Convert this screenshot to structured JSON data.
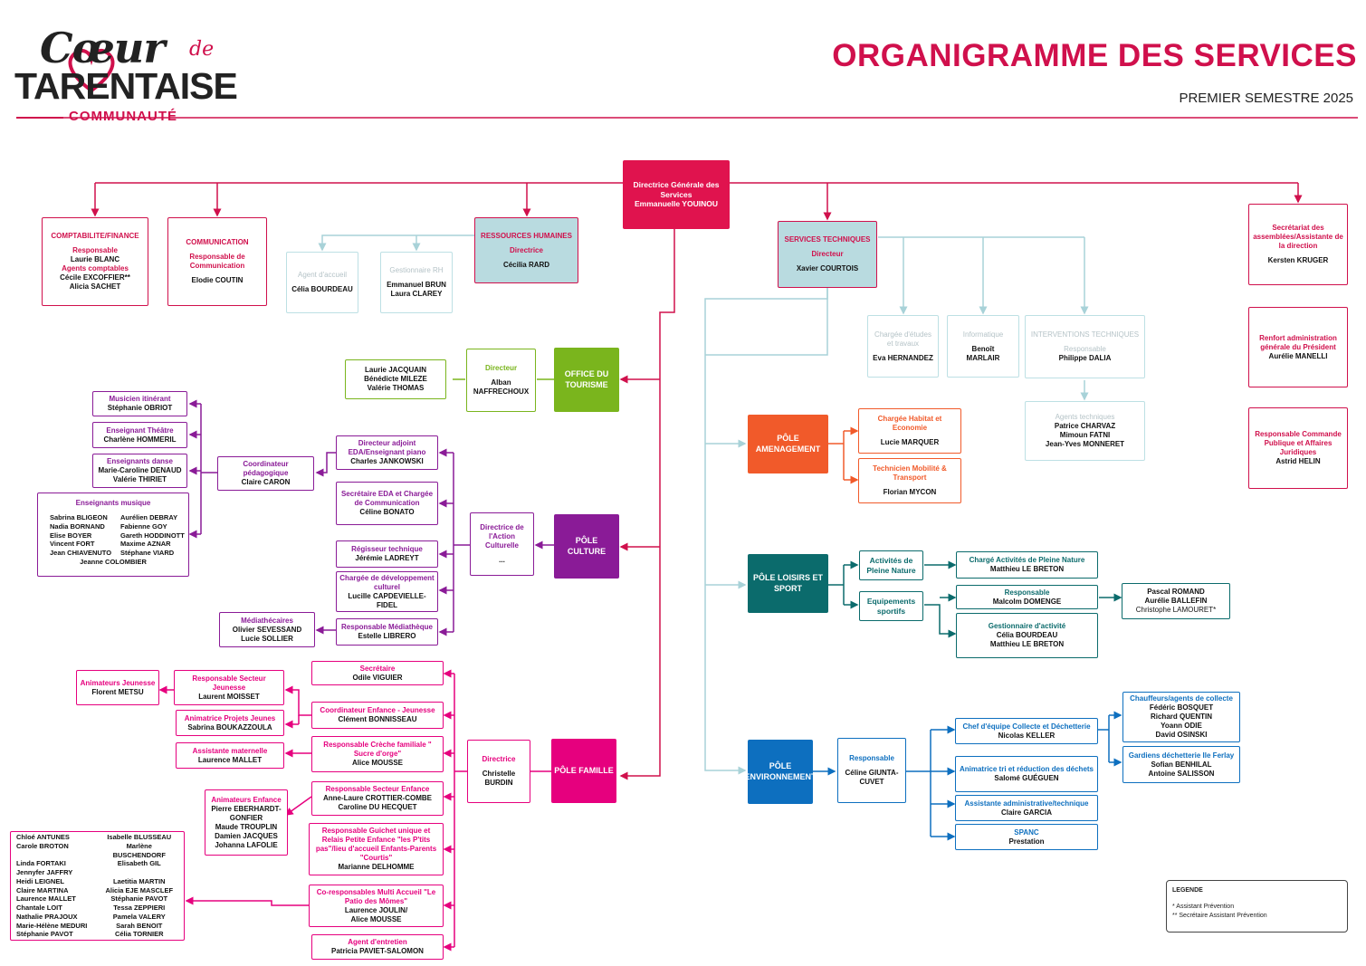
{
  "header": {
    "logo_line1": "Cœur",
    "logo_line1b": "de",
    "logo_line2": "TARENTAISE",
    "logo_line3": "COMMUNAUTÉ",
    "title": "ORGANIGRAMME DES SERVICES",
    "subtitle": "PREMIER SEMESTRE 2025"
  },
  "colors": {
    "primary": "#d0104c",
    "teal_light": "#a8d2d8",
    "tourism": "#7ab51d",
    "culture": "#8a1b97",
    "famille": "#e6007e",
    "amenagement": "#f15a2a",
    "loisirs": "#0b6b6c",
    "environnement": "#0d6fbf"
  },
  "dg": {
    "role": "Directrice Générale des Services",
    "name": "Emmanuelle YOUINOU"
  },
  "top": {
    "compta": {
      "title": "COMPTABILITE/FINANCE",
      "role1": "Responsable",
      "name1": "Laurie BLANC",
      "role2": "Agents comptables",
      "name2": "Cécile EXCOFFIER**",
      "name3": "Alicia SACHET"
    },
    "comm": {
      "title": "COMMUNICATION",
      "role": "Responsable de Communication",
      "name": "Elodie COUTIN"
    },
    "rh": {
      "title": "RESSOURCES HUMAINES",
      "role": "Directrice",
      "name": "Cécilia RARD"
    },
    "accueil": {
      "role": "Agent d'accueil",
      "name": "Célia BOURDEAU"
    },
    "gest_rh": {
      "role": "Gestionnaire RH",
      "name1": "Emmanuel BRUN",
      "name2": "Laura CLAREY"
    },
    "st": {
      "title": "SERVICES TECHNIQUES",
      "role": "Directeur",
      "name": "Xavier COURTOIS"
    },
    "etudes": {
      "role": "Chargée d'études et travaux",
      "name": "Eva HERNANDEZ"
    },
    "info": {
      "role": "Informatique",
      "name1": "Benoît",
      "name2": "MARLAIR"
    },
    "interv": {
      "title": "INTERVENTIONS TECHNIQUES",
      "role": "Responsable",
      "name": "Philippe DALIA"
    },
    "agents_tech": {
      "role": "Agents techniques",
      "name1": "Patrice CHARVAZ",
      "name2": "Mimoun FATNI",
      "name3": "Jean-Yves MONNERET"
    },
    "secretariat": {
      "role": "Secrétariat des assemblées/Assistante de la direction",
      "name": "Kersten KRUGER"
    },
    "renfort": {
      "role": "Renfort administration générale du Président",
      "name": "Aurélie MANELLI"
    },
    "commande": {
      "role": "Responsable Commande Publique et Affaires Juridiques",
      "name": "Astrid HELIN"
    }
  },
  "tourisme": {
    "pole": "OFFICE DU TOURISME",
    "dir_role": "Directeur",
    "dir_name": "Alban NAFFRECHOUX",
    "staff": [
      "Laurie JACQUAIN",
      "Bénédicte MILEZE",
      "Valérie THOMAS"
    ]
  },
  "culture": {
    "pole": "PÔLE CULTURE",
    "dir_role": "Directrice de l'Action Culturelle",
    "dir_name": "...",
    "adjoint": {
      "role": "Directeur adjoint EDA/Enseignant piano",
      "name": "Charles JANKOWSKI"
    },
    "secretaire": {
      "role": "Secrétaire EDA et Chargée de Communication",
      "name": "Céline BONATO"
    },
    "regisseur": {
      "role": "Régisseur technique",
      "name": "Jérémie LADREYT"
    },
    "dev": {
      "role": "Chargée de développement culturel",
      "name": "Lucille CAPDEVIELLE-FIDEL"
    },
    "media_resp": {
      "role": "Responsable Médiathèque",
      "name": "Estelle LIBRERO"
    },
    "mediathecaires": {
      "role": "Médiathécaires",
      "name1": "Olivier SEVESSAND",
      "name2": "Lucie SOLLIER"
    },
    "coord": {
      "role": "Coordinateur pédagogique",
      "name": "Claire CARON"
    },
    "musicien": {
      "role": "Musicien itinérant",
      "name": "Stéphanie OBRIOT"
    },
    "theatre": {
      "role": "Enseignant Théâtre",
      "name": "Charlène HOMMERIL"
    },
    "danse": {
      "role": "Enseignants danse",
      "name1": "Marie-Caroline DENAUD",
      "name2": "Valérie THIRIET"
    },
    "musique": {
      "role": "Enseignants musique",
      "col1": [
        "Sabrina BLIGEON",
        "Nadia BORNAND",
        "Elise BOYER",
        "Vincent FORT",
        "Jean CHIAVENUTO"
      ],
      "col2": [
        "Aurélien DEBRAY",
        "Fabienne GOY",
        "Gareth HODDINOTT",
        "Maxime AZNAR",
        "Stéphane VIARD"
      ],
      "last": "Jeanne COLOMBIER"
    }
  },
  "famille": {
    "pole": "PÔLE FAMILLE",
    "dir_role": "Directrice",
    "dir_name": "Christelle BURDIN",
    "secretaire": {
      "role": "Secrétaire",
      "name": "Odile VIGUIER"
    },
    "coord": {
      "role": "Coordinateur Enfance - Jeunesse",
      "name": "Clément BONNISSEAU"
    },
    "creche": {
      "role": "Responsable Crèche familiale \" Sucre d'orge\"",
      "name": "Alice MOUSSE"
    },
    "secteur_enfance": {
      "role": "Responsable Secteur Enfance",
      "name1": "Anne-Laure CROTTIER-COMBE",
      "name2": "Caroline DU HECQUET"
    },
    "guichet": {
      "role": "Responsable Guichet unique et Relais Petite Enfance \"les P'tits pas\"/lieu d'accueil Enfants-Parents \"Courtis\"",
      "name": "Marianne DELHOMME"
    },
    "multi": {
      "role": "Co-responsables Multi Accueil \"Le Patio des Mômes\"",
      "name1": "Laurence JOULIN/",
      "name2": "Alice MOUSSE"
    },
    "entretien": {
      "role": "Agent d'entretien",
      "name": "Patricia PAVIET-SALOMON"
    },
    "secteur_jeunesse": {
      "role": "Responsable Secteur Jeunesse",
      "name": "Laurent MOISSET"
    },
    "anim_jeunesse": {
      "role": "Animateurs Jeunesse",
      "name": "Florent METSU"
    },
    "projets_jeunes": {
      "role": "Animatrice Projets Jeunes",
      "name": "Sabrina BOUKAZZOULA"
    },
    "maternelle": {
      "role": "Assistante maternelle",
      "name": "Laurence MALLET"
    },
    "anim_enfance": {
      "role": "Animateurs Enfance",
      "names": [
        "Pierre EBERHARDT-GONFIER",
        "Maude TROUPLIN",
        "Damien JACQUES",
        "Johanna LAFOLIE"
      ]
    },
    "multi_staff": {
      "col1": [
        "Chloé ANTUNES",
        "Carole BROTON",
        "Linda FORTAKI",
        "Jennyfer JAFFRY",
        "Heidi LEIGNEL",
        "Claire MARTINA",
        "Laurence MALLET",
        "Chantale LOIT",
        "Nathalie PRAJOUX",
        "Marie-Hélène MEDURI",
        "Stéphanie PAVOT"
      ],
      "col2": [
        "Isabelle BLUSSEAU",
        "Marlène BUSCHENDORF",
        "Elisabeth GIL",
        "",
        "Laetitia MARTIN",
        "Alicia EJE MASCLEF",
        "Stéphanie PAVOT",
        "Tessa ZEPPIERI",
        "Pamela VALERY",
        "Sarah BENOIT",
        "Célia TORNIER"
      ]
    }
  },
  "amenagement": {
    "pole": "PÔLE AMENAGEMENT",
    "habitat": {
      "role": "Chargée Habitat et Economie",
      "name": "Lucie MARQUER"
    },
    "mobilite": {
      "role": "Technicien Mobilité & Transport",
      "name": "Florian MYCON"
    }
  },
  "loisirs": {
    "pole": "PÔLE LOISIRS ET SPORT",
    "pleine_nature": "Activités de Pleine Nature",
    "equipements": "Equipements sportifs",
    "charge_apn": {
      "role": "Chargé Activités de Pleine Nature",
      "name": "Matthieu LE BRETON"
    },
    "resp": {
      "role": "Responsable",
      "name": "Malcolm DOMENGE"
    },
    "equipe": {
      "name1": "Pascal ROMAND",
      "name2": "Aurélie BALLEFIN",
      "name3": "Christophe LAMOURET*"
    },
    "gestionnaire": {
      "role": "Gestionnaire d'activité",
      "name1": "Célia BOURDEAU",
      "name2": "Matthieu LE BRETON"
    }
  },
  "environnement": {
    "pole": "PÔLE ENVIRONNEMENT",
    "resp_role": "Responsable",
    "resp_name": "Céline GIUNTA-CUVET",
    "chef": {
      "role": "Chef d'équipe Collecte et Déchetterie",
      "name": "Nicolas KELLER"
    },
    "chauffeurs": {
      "role": "Chauffeurs/agents de collecte",
      "names": [
        "Fédéric BOSQUET",
        "Richard QUENTIN",
        "Yoann ODIE",
        "David OSINSKI"
      ]
    },
    "gardiens": {
      "role": "Gardiens déchetterie Ile Ferlay",
      "names": [
        "Sofian BENHILAL",
        "Antoine SALISSON"
      ]
    },
    "animatrice": {
      "role": "Animatrice tri et réduction des déchets",
      "name": "Salomé GUÉGUEN"
    },
    "assistante": {
      "role": "Assistante administrative/technique",
      "name": "Claire GARCIA"
    },
    "spanc": {
      "role": "SPANC",
      "name": "Prestation"
    }
  },
  "legend": {
    "title": "LEGENDE",
    "line1": "* Assistant Prévention",
    "line2": "** Secrétaire Assistant Prévention"
  }
}
